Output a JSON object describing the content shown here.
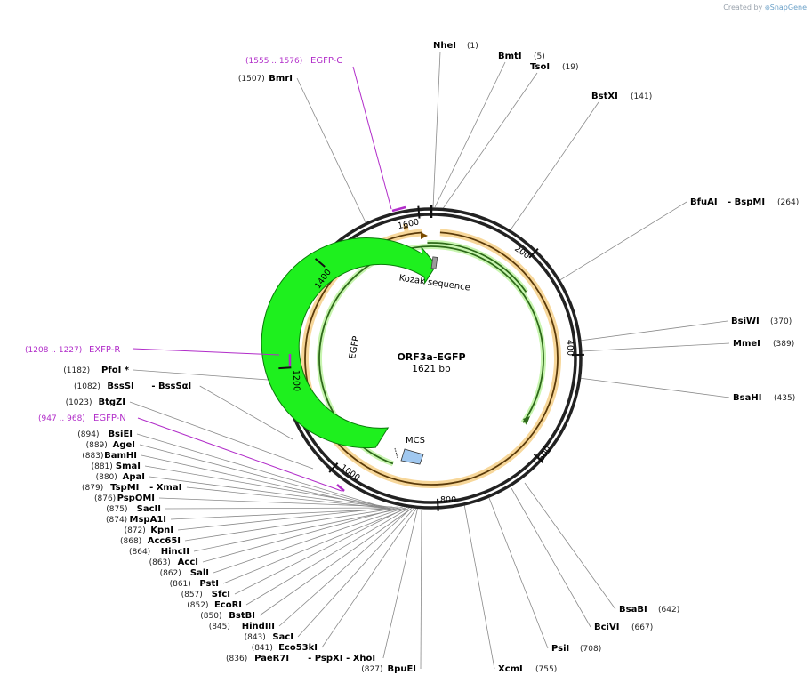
{
  "credit": {
    "prefix": "Created by",
    "brand": "SnapGene"
  },
  "plasmid": {
    "name": "ORF3a-EGFP",
    "length_label": "1621 bp",
    "length": 1621
  },
  "ticks": [
    "1600",
    "200",
    "400",
    "600",
    "800",
    "1000",
    "1200",
    "1400"
  ],
  "features": {
    "kozak": "Kozak sequence",
    "egfp": "EGFP",
    "mcs": "MCS"
  },
  "primers": [
    {
      "id": "egfp-c",
      "range": "(1555 .. 1576)",
      "name": "EGFP-C"
    },
    {
      "id": "exfp-r",
      "range": "(1208 .. 1227)",
      "name": "EXFP-R"
    },
    {
      "id": "egfp-n",
      "range": "(947 .. 968)",
      "name": "EGFP-N"
    }
  ],
  "sites": [
    {
      "name": "NheI",
      "pos": "(1)"
    },
    {
      "name": "BmtI",
      "pos": "(5)"
    },
    {
      "name": "TsoI",
      "pos": "(19)"
    },
    {
      "name": "BstXI",
      "pos": "(141)"
    },
    {
      "name": "BfuAI",
      "name2": "- BspMI",
      "pos": "(264)"
    },
    {
      "name": "BsiWI",
      "pos": "(370)"
    },
    {
      "name": "MmeI",
      "pos": "(389)"
    },
    {
      "name": "BsaHI",
      "pos": "(435)"
    },
    {
      "name": "BsaBI",
      "pos": "(642)"
    },
    {
      "name": "BciVI",
      "pos": "(667)"
    },
    {
      "name": "PsiI",
      "pos": "(708)"
    },
    {
      "name": "XcmI",
      "pos": "(755)"
    },
    {
      "name": "BpuEI",
      "pos": "(827)"
    },
    {
      "name": "BmrI",
      "pos": "(1507)"
    },
    {
      "name": "PfoI *",
      "pos": "(1182)"
    },
    {
      "name": "BssSI",
      "name2": "- BssSαI",
      "pos": "(1082)"
    },
    {
      "name": "BtgZI",
      "pos": "(1023)"
    },
    {
      "name": "BsiEI",
      "pos": "(894)"
    },
    {
      "name": "AgeI",
      "pos": "(889)"
    },
    {
      "name": "BamHI",
      "pos": "(883)"
    },
    {
      "name": "SmaI",
      "pos": "(881)"
    },
    {
      "name": "ApaI",
      "pos": "(880)"
    },
    {
      "name": "TspMI",
      "name2": "- XmaI",
      "pos": "(879)"
    },
    {
      "name": "PspOMI",
      "pos": "(876)"
    },
    {
      "name": "SacII",
      "pos": "(875)"
    },
    {
      "name": "MspA1I",
      "pos": "(874)"
    },
    {
      "name": "KpnI",
      "pos": "(872)"
    },
    {
      "name": "Acc65I",
      "pos": "(868)"
    },
    {
      "name": "HincII",
      "pos": "(864)"
    },
    {
      "name": "AccI",
      "pos": "(863)"
    },
    {
      "name": "SalI",
      "pos": "(862)"
    },
    {
      "name": "PstI",
      "pos": "(861)"
    },
    {
      "name": "SfcI",
      "pos": "(857)"
    },
    {
      "name": "EcoRI",
      "pos": "(852)"
    },
    {
      "name": "BstBI",
      "pos": "(850)"
    },
    {
      "name": "HindIII",
      "pos": "(845)"
    },
    {
      "name": "SacI",
      "pos": "(843)"
    },
    {
      "name": "Eco53kI",
      "pos": "(841)"
    },
    {
      "name": "PaeR7I",
      "name2": "- PspXI",
      "name3": "- XhoI",
      "pos": "(836)"
    }
  ],
  "colors": {
    "backbone": "#222222",
    "orange": "#e8b04a",
    "egfp": "#1ef01e",
    "mcs": "#a0c8f0",
    "primer": "#b12cc9"
  }
}
